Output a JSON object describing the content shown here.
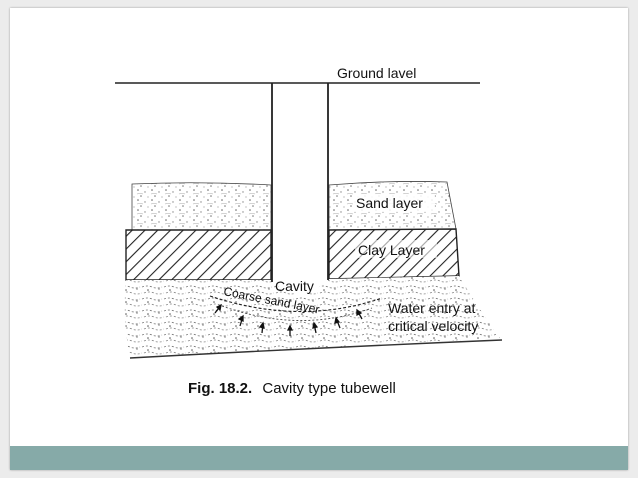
{
  "slide": {
    "background": "#ffffff",
    "footer_color": "#86aaa8"
  },
  "diagram": {
    "labels": {
      "ground_level": "Ground lavel",
      "sand_layer": "Sand layer",
      "clay_layer": "Clay Layer",
      "cavity": "Cavity",
      "coarse_sand_layer": "Coarse sand layer",
      "water_entry_line1": "Water entry at",
      "water_entry_line2": "critical velocity"
    },
    "caption": {
      "number": "Fig. 18.2.",
      "text": "Cavity type tubewell"
    }
  }
}
